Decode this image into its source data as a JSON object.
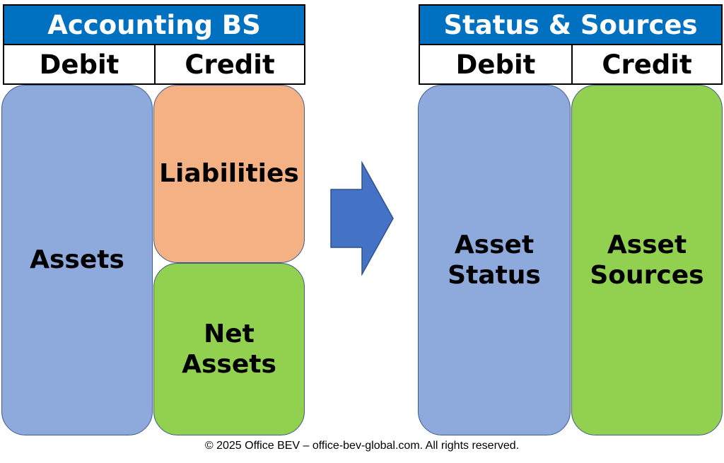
{
  "left_panel": {
    "title": "Accounting BS",
    "debit_label": "Debit",
    "credit_label": "Credit",
    "blocks": {
      "assets": "Assets",
      "liabilities": "Liabilities",
      "net_assets": "Net\nAssets"
    }
  },
  "right_panel": {
    "title": "Status & Sources",
    "debit_label": "Debit",
    "credit_label": "Credit",
    "blocks": {
      "asset_status": "Asset\nStatus",
      "asset_sources": "Asset\nSources"
    }
  },
  "footer": "© 2025 Office BEV – office-bev-global.com. All rights reserved.",
  "colors": {
    "header_blue": "#0070c0",
    "assets_blue": "#8eaadc",
    "liabilities_orange": "#f4b183",
    "green": "#92d050",
    "arrow_blue": "#4472c4"
  }
}
